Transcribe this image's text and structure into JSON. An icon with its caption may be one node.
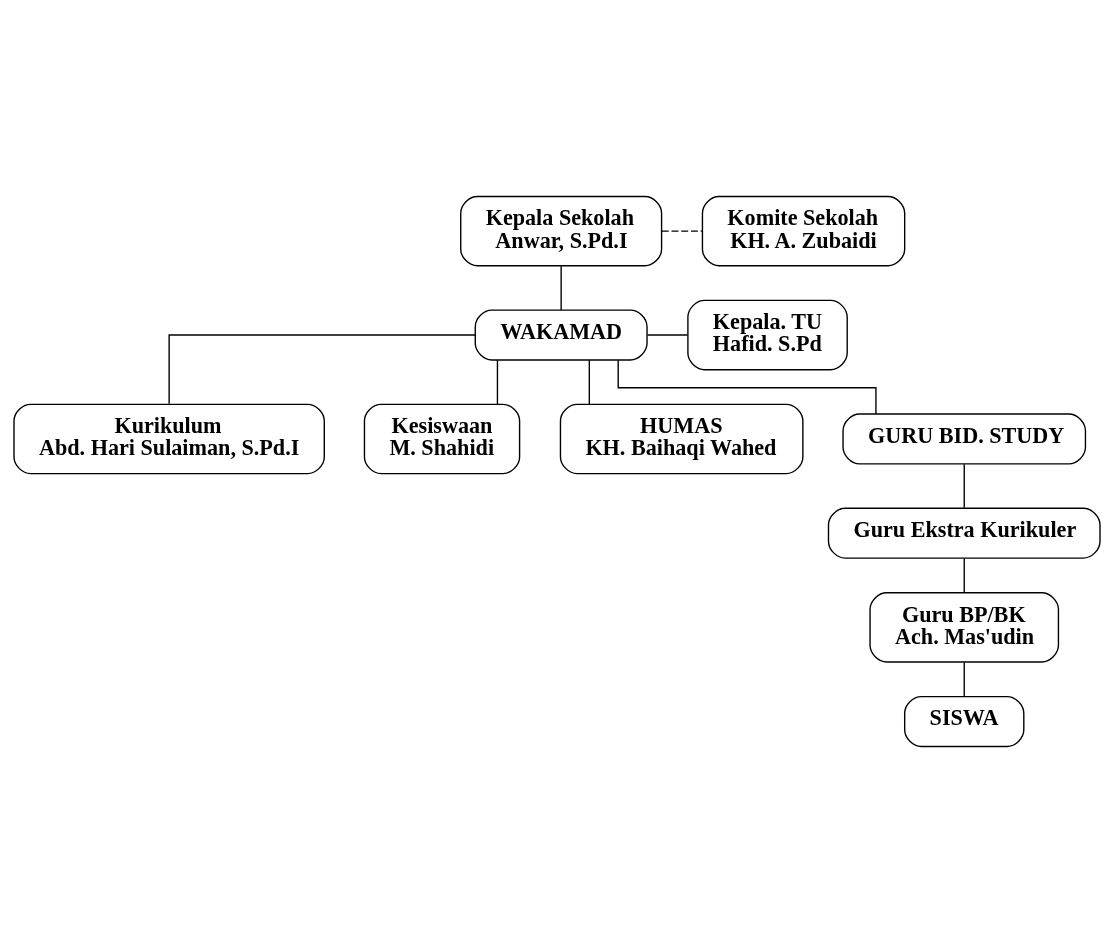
{
  "diagram": {
    "nodes": [
      {
        "text": [
          "Kepala Sekolah",
          "Anwar, S.Pd.I"
        ]
      },
      {
        "text": [
          "Komite Sekolah",
          "KH. A. Zubaidi"
        ]
      },
      {
        "text": [
          "WAKAMAD"
        ]
      },
      {
        "text": [
          "Kepala. TU",
          "Hafid. S.Pd"
        ]
      },
      {
        "text": [
          "Kurikulum",
          "Abd. Hari Sulaiman, S.Pd.I"
        ]
      },
      {
        "text": [
          "Kesiswaan",
          "M. Shahidi"
        ]
      },
      {
        "text": [
          "HUMAS",
          "KH. Baihaqi Wahed"
        ]
      },
      {
        "text": [
          "GURU BID. STUDY"
        ]
      },
      {
        "text": [
          "Guru Ekstra Kurikuler"
        ]
      },
      {
        "text": [
          "Guru BP/BK",
          "Ach. Mas'udin"
        ]
      },
      {
        "text": [
          "SISWA"
        ]
      }
    ],
    "edges": [
      {
        "from": 0,
        "to": 1,
        "arrow": "none",
        "style": "dashed"
      },
      {
        "from": 0,
        "to": 2,
        "arrow": "none"
      },
      {
        "from": 2,
        "to": 3,
        "arrow": "none"
      },
      {
        "from": 2,
        "to": 4,
        "arrow": "none"
      },
      {
        "from": 2,
        "to": 5,
        "arrow": "none"
      },
      {
        "from": 2,
        "to": 6,
        "arrow": "none"
      },
      {
        "from": 2,
        "to": 7,
        "arrow": "none"
      },
      {
        "from": 7,
        "to": 8,
        "arrow": "none"
      },
      {
        "from": 8,
        "to": 9,
        "arrow": "none"
      },
      {
        "from": 9,
        "to": 10,
        "arrow": "none"
      }
    ]
  }
}
